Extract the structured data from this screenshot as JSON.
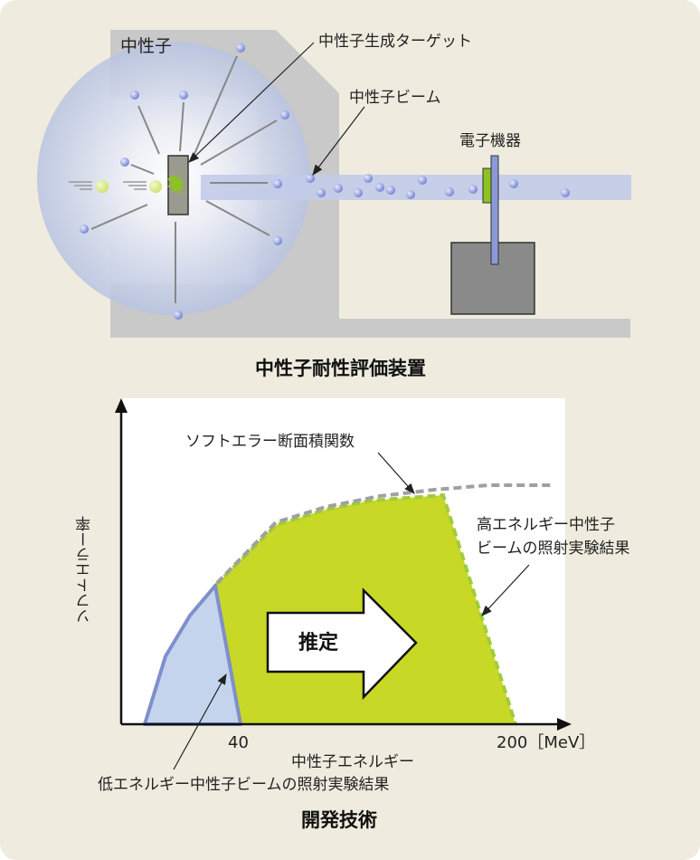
{
  "apparatus": {
    "title": "中性子耐性評価装置",
    "neutron_label": "中性子",
    "target_label": "中性子生成ターゲット",
    "beam_label": "中性子ビーム",
    "device_label": "電子機器"
  },
  "chart_data": {
    "type": "area",
    "title": "開発技術",
    "xlabel": "中性子エネルギー",
    "ylabel": "ソフトエラー率",
    "x_ticks": [
      "40",
      "200［MeV］"
    ],
    "curve_label": "ソフトエラー断面積関数",
    "high_energy_label": [
      "高エネルギー中性子",
      "ビームの照射実験結果"
    ],
    "low_energy_label": "低エネルギー中性子ビームの照射実験結果",
    "arrow_label": "推定",
    "colors": {
      "low": "#c4d4ec",
      "low_edge": "#7f8fcc",
      "high": "#c8d827",
      "high_edge": "#9fcc3a",
      "curve": "#a0a0a0"
    }
  }
}
